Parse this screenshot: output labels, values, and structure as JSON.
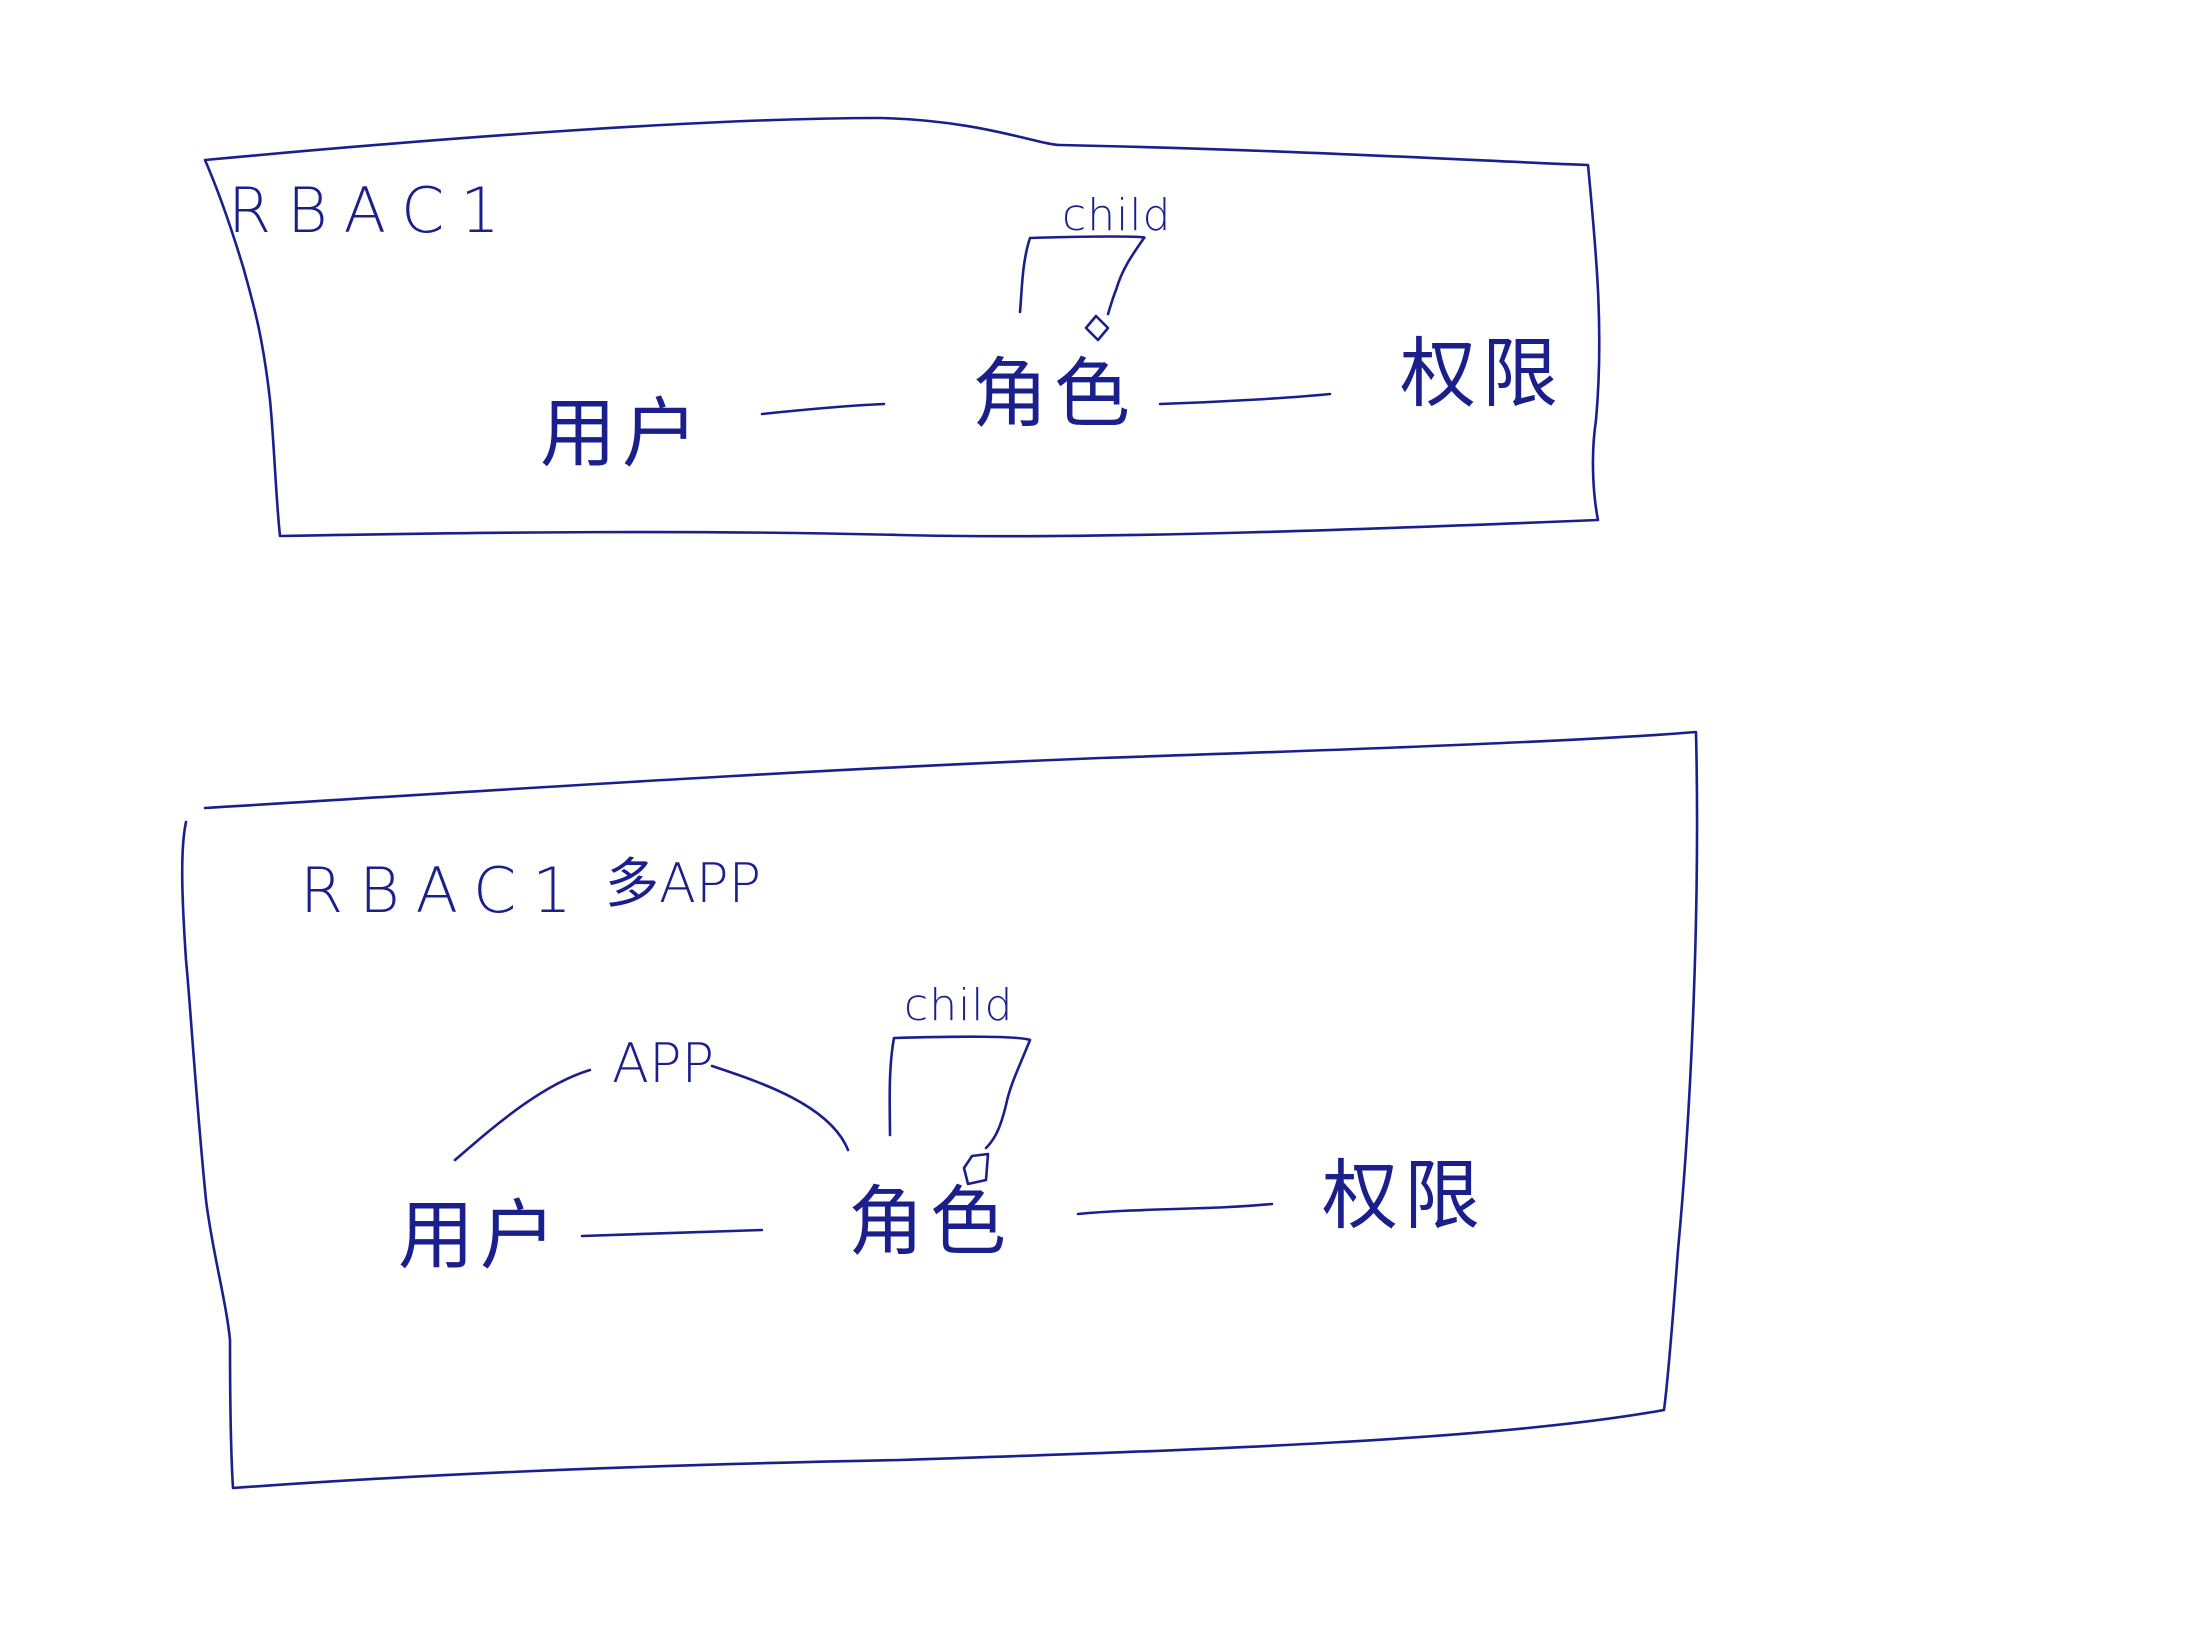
{
  "colors": {
    "ink": "#1a1f8c",
    "background": "#ffffff"
  },
  "diagram1": {
    "title": "RBAC1",
    "child_label": "child",
    "nodes": {
      "user": "用户",
      "role": "角色",
      "permission": "权限"
    }
  },
  "diagram2": {
    "title": "RBAC1",
    "title_suffix": "多APP",
    "child_label": "child",
    "app_label": "APP",
    "nodes": {
      "user": "用户",
      "role": "角色",
      "permission": "权限"
    }
  }
}
